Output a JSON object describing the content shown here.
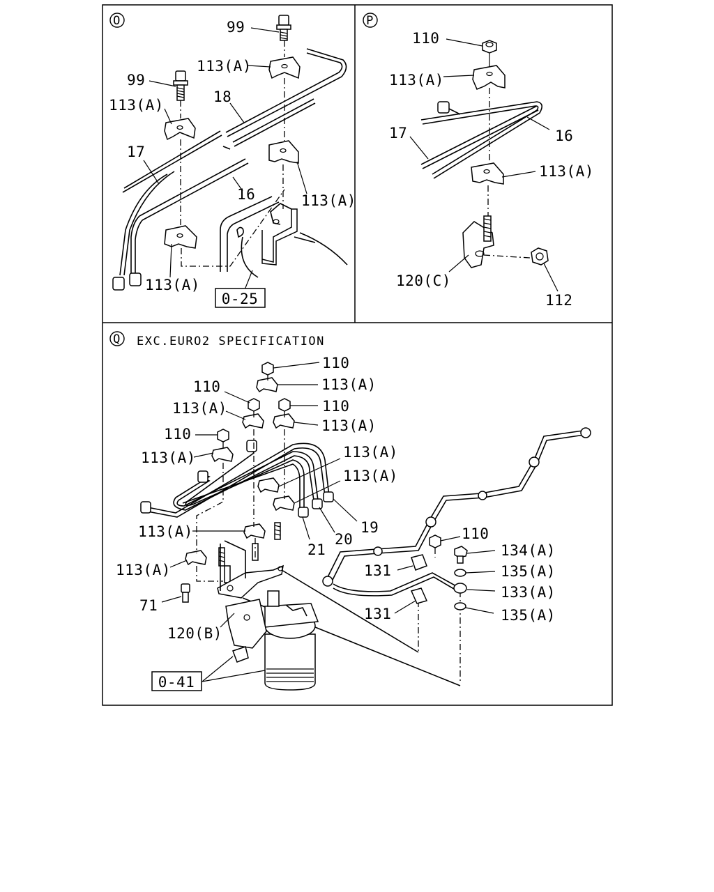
{
  "panels": {
    "O": {
      "marker": "O",
      "labels": {
        "l99a": "99",
        "l99b": "99",
        "l113a": "113(A)",
        "l113b": "113(A)",
        "l113c": "113(A)",
        "l113d": "113(A)",
        "l18": "18",
        "l17": "17",
        "l16": "16"
      },
      "ref": "0-25"
    },
    "P": {
      "marker": "P",
      "labels": {
        "l110": "110",
        "l113a": "113(A)",
        "l113b": "113(A)",
        "l17": "17",
        "l16": "16",
        "l120c": "120(C)",
        "l112": "112"
      }
    },
    "Q": {
      "marker": "Q",
      "title": "EXC.EURO2 SPECIFICATION",
      "labels": {
        "l110a": "110",
        "l113a": "113(A)",
        "l110b": "110",
        "l110c": "110",
        "l113b": "113(A)",
        "l113c": "113(A)",
        "l110d": "110",
        "l113d": "113(A)",
        "l113e": "113(A)",
        "l113f": "113(A)",
        "l19": "19",
        "l20": "20",
        "l21": "21",
        "l113g": "113(A)",
        "l110e": "110",
        "l134": "134(A)",
        "l131a": "131",
        "l135a": "135(A)",
        "l113h": "113(A)",
        "l133": "133(A)",
        "l71": "71",
        "l131b": "131",
        "l135b": "135(A)",
        "l120b": "120(B)"
      },
      "ref": "0-41"
    }
  }
}
